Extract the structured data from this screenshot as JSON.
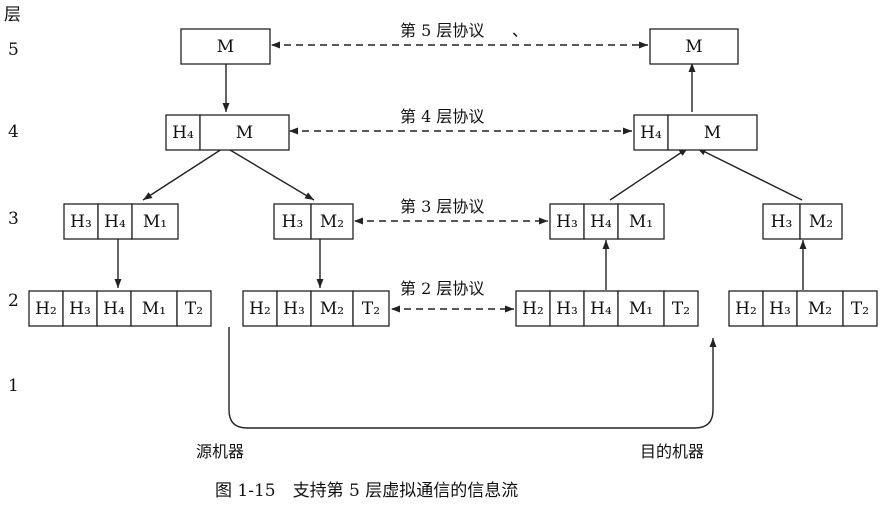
{
  "layer_axis": {
    "title": "层",
    "levels": [
      "5",
      "4",
      "3",
      "2",
      "1"
    ]
  },
  "protocols": {
    "l5": "第 5 层协议",
    "l4": "第 4 层协议",
    "l3": "第 3 层协议",
    "l2": "第 2 层协议",
    "l5_stray_mark": "、"
  },
  "source": {
    "label": "源机器",
    "l5": [
      "M"
    ],
    "l4": [
      "H₄",
      "M"
    ],
    "l3a": [
      "H₃",
      "H₄",
      "M₁"
    ],
    "l3b": [
      "H₃",
      "M₂"
    ],
    "l2a": [
      "H₂",
      "H₃",
      "H₄",
      "M₁",
      "T₂"
    ],
    "l2b": [
      "H₂",
      "H₃",
      "M₂",
      "T₂"
    ]
  },
  "destination": {
    "label": "目的机器",
    "l5": [
      "M"
    ],
    "l4": [
      "H₄",
      "M"
    ],
    "l3a": [
      "H₃",
      "H₄",
      "M₁"
    ],
    "l3b": [
      "H₃",
      "M₂"
    ],
    "l2a": [
      "H₂",
      "H₃",
      "H₄",
      "M₁",
      "T₂"
    ],
    "l2b": [
      "H₂",
      "H₃",
      "M₂",
      "T₂"
    ]
  },
  "caption": "图 1-15　支持第 5 层虚拟通信的信息流"
}
